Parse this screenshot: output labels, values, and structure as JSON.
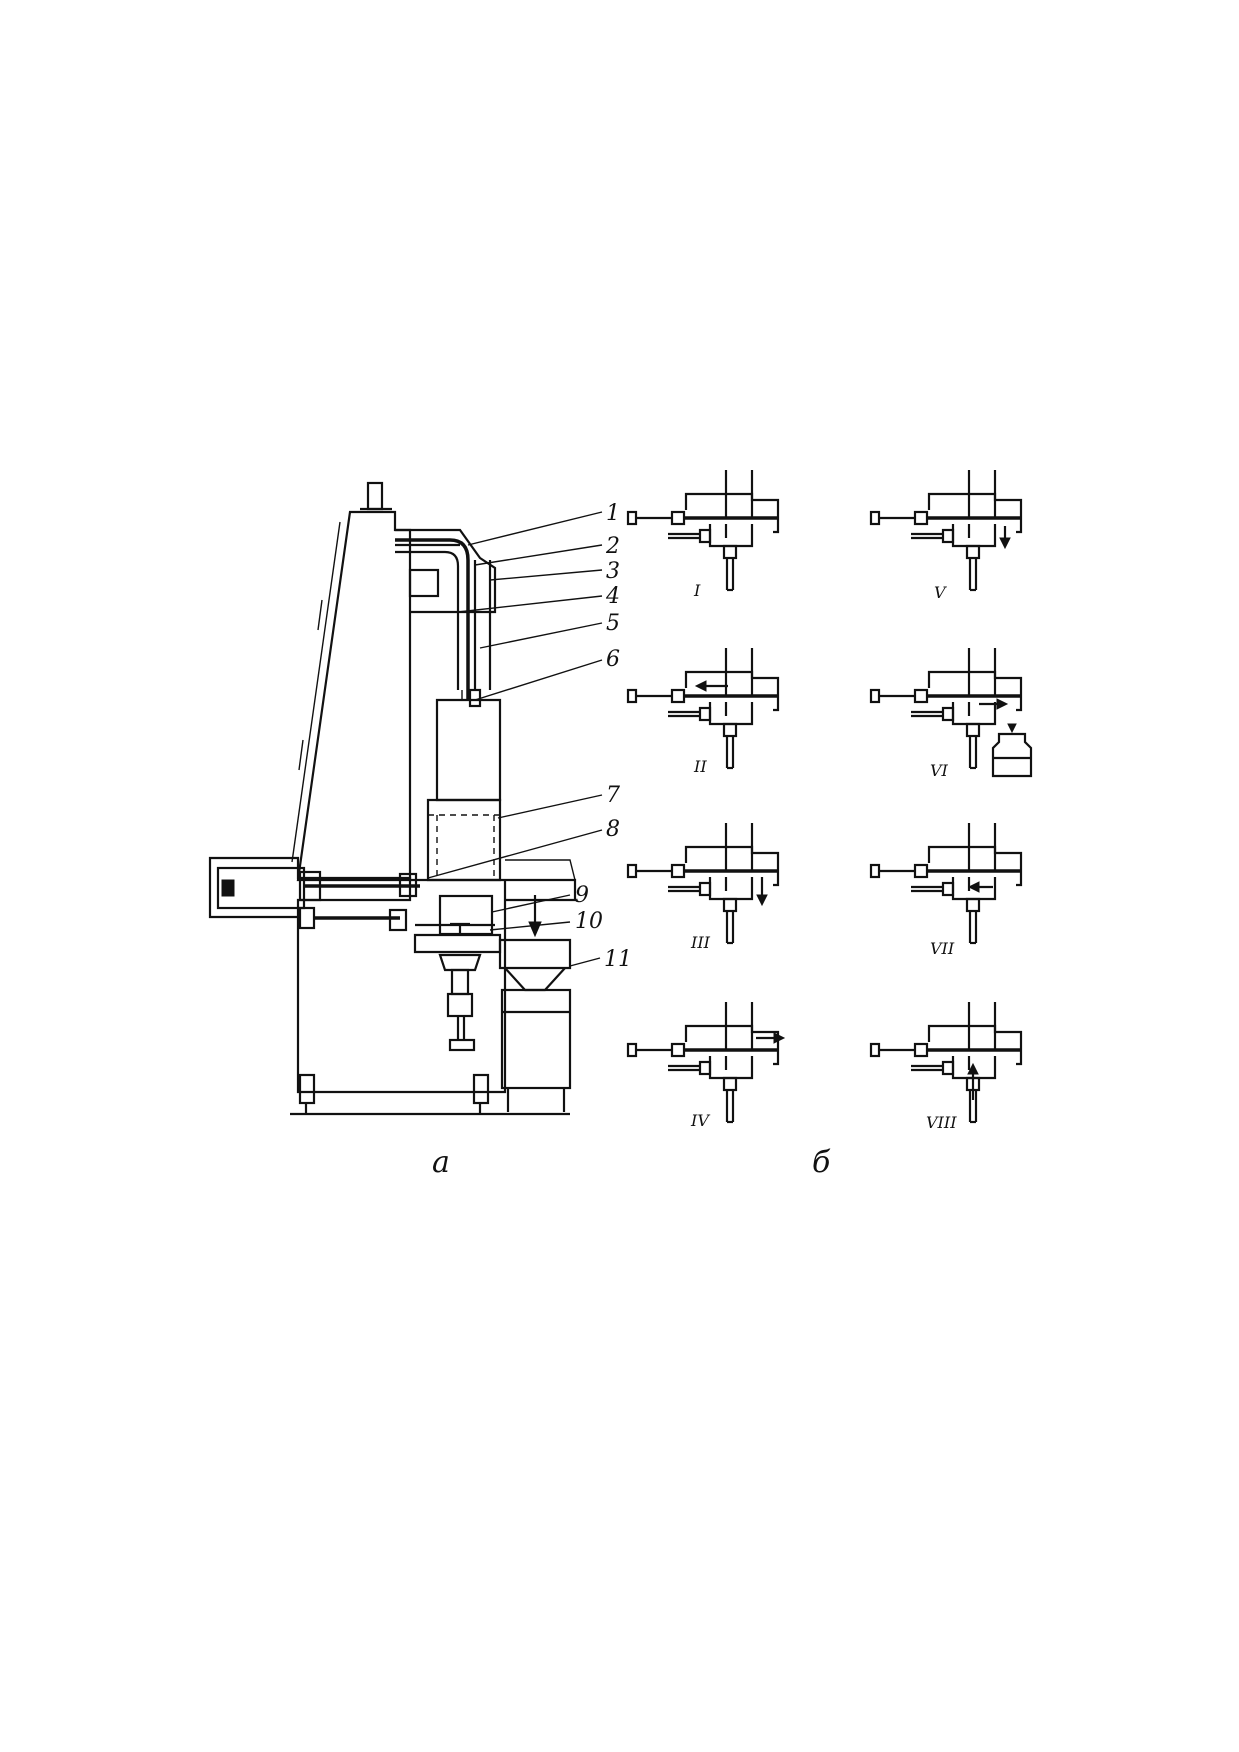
{
  "diagram": {
    "callouts": [
      "1",
      "2",
      "3",
      "4",
      "5",
      "6",
      "7",
      "8",
      "9",
      "10",
      "11"
    ],
    "stages": [
      "I",
      "II",
      "III",
      "IV",
      "V",
      "VI",
      "VII",
      "VIII"
    ],
    "captions": {
      "left": "а",
      "right": "б"
    }
  }
}
